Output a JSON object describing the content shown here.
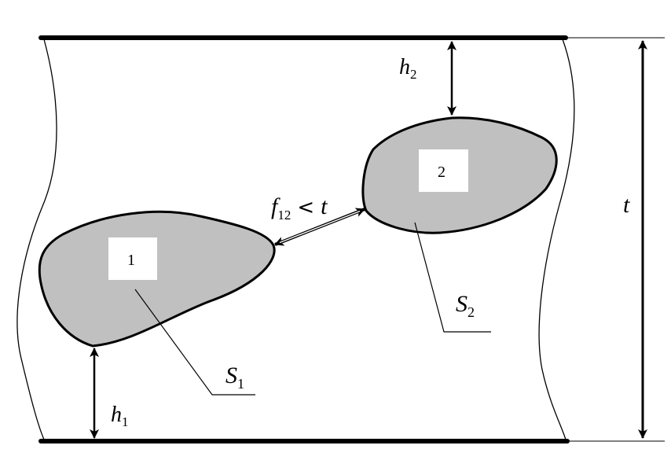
{
  "labels": {
    "h2": "h",
    "h2_sub": "2",
    "h1": "h",
    "h1_sub": "1",
    "t_right": "t",
    "f": "f",
    "f_sub": "12",
    "f_lt": "<",
    "f_t": "t",
    "s1": "S",
    "s1_sub": "1",
    "s2": "S",
    "s2_sub": "2",
    "box1": "1",
    "box2": "2"
  },
  "colors": {
    "blob_fill": "#c0c0c0",
    "stroke": "#000000",
    "box_fill": "#ffffff"
  }
}
